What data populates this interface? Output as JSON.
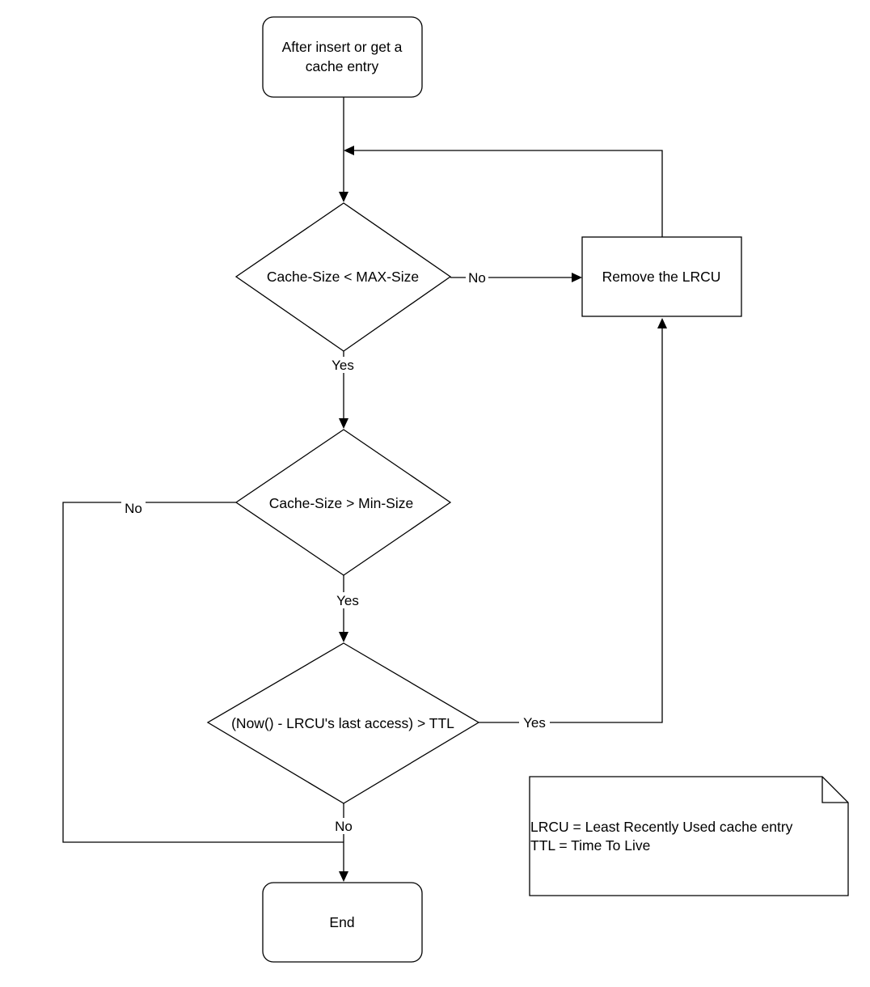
{
  "nodes": {
    "start": {
      "lines": [
        "After insert or get a",
        "cache entry"
      ]
    },
    "check_max": {
      "label": "Cache-Size < MAX-Size"
    },
    "remove": {
      "label": "Remove the LRCU"
    },
    "check_min": {
      "label": "Cache-Size > Min-Size"
    },
    "check_ttl": {
      "label": "(Now() - LRCU's last access) > TTL"
    },
    "end": {
      "label": "End"
    }
  },
  "edges": {
    "max_no": "No",
    "max_yes": "Yes",
    "min_no": "No",
    "min_yes": "Yes",
    "ttl_yes": "Yes",
    "ttl_no": "No"
  },
  "note": {
    "lines": [
      "LRCU = Least Recently Used cache entry",
      "TTL = Time To Live"
    ]
  }
}
